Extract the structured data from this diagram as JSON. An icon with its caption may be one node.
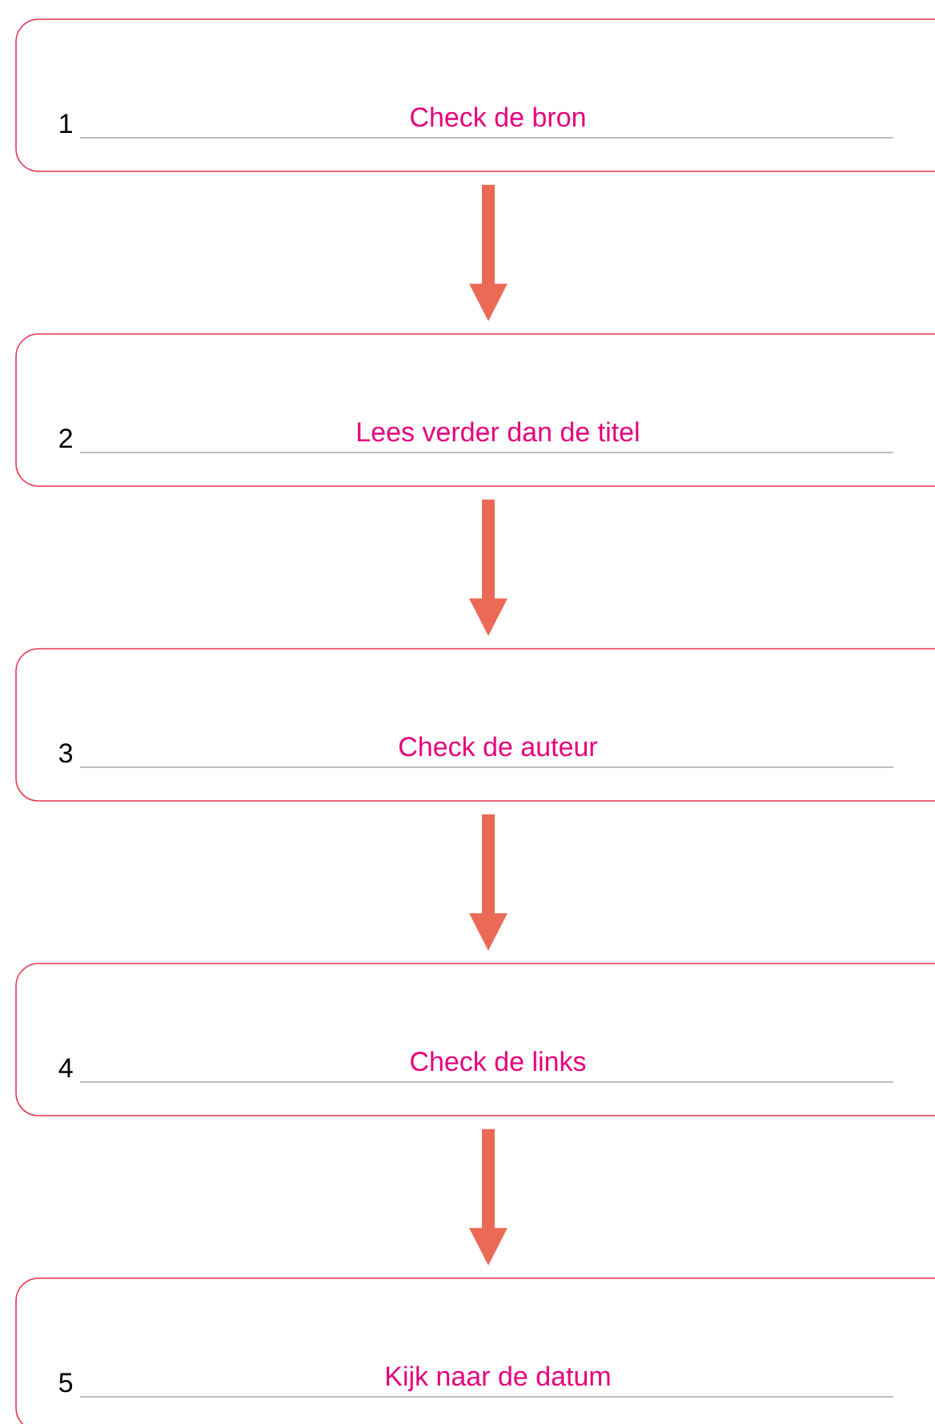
{
  "diagram": {
    "nodes": [
      {
        "text": [
          "1",
          "Check de bron"
        ]
      },
      {
        "text": [
          "2",
          "Lees verder dan de titel"
        ]
      },
      {
        "text": [
          "3",
          "Check de auteur"
        ]
      },
      {
        "text": [
          "4",
          "Check de links"
        ]
      },
      {
        "text": [
          "5",
          "Kijk naar de datum"
        ]
      }
    ],
    "edges": [
      {
        "from": 0,
        "to": 1,
        "arrow": "to"
      },
      {
        "from": 1,
        "to": 2,
        "arrow": "to"
      },
      {
        "from": 2,
        "to": 3,
        "arrow": "to"
      },
      {
        "from": 3,
        "to": 4,
        "arrow": "to"
      }
    ]
  }
}
